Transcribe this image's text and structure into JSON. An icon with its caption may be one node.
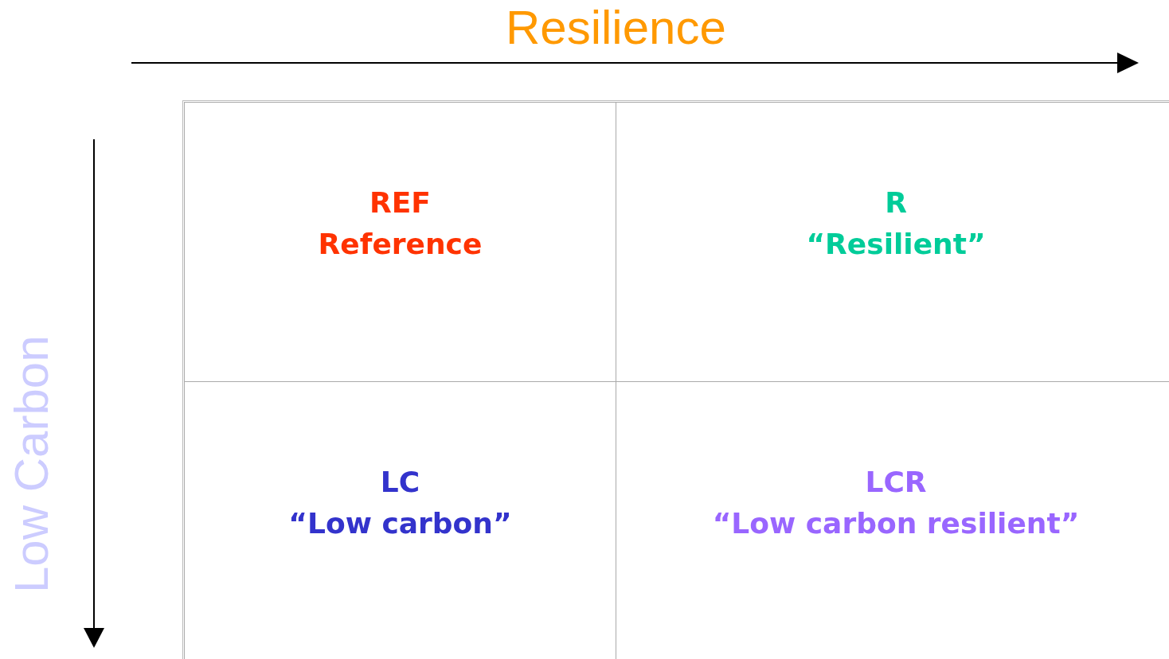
{
  "diagram": {
    "nodes": [
      {
        "text": [
          "REF",
          "Reference"
        ]
      },
      {
        "text": [
          "R",
          "“Resilient”"
        ]
      },
      {
        "text": [
          "LC",
          "“Low carbon”"
        ]
      },
      {
        "text": [
          "LCR",
          "“Low carbon resilient”"
        ]
      }
    ],
    "labels": [
      "Resilience",
      "Low Carbon"
    ]
  }
}
